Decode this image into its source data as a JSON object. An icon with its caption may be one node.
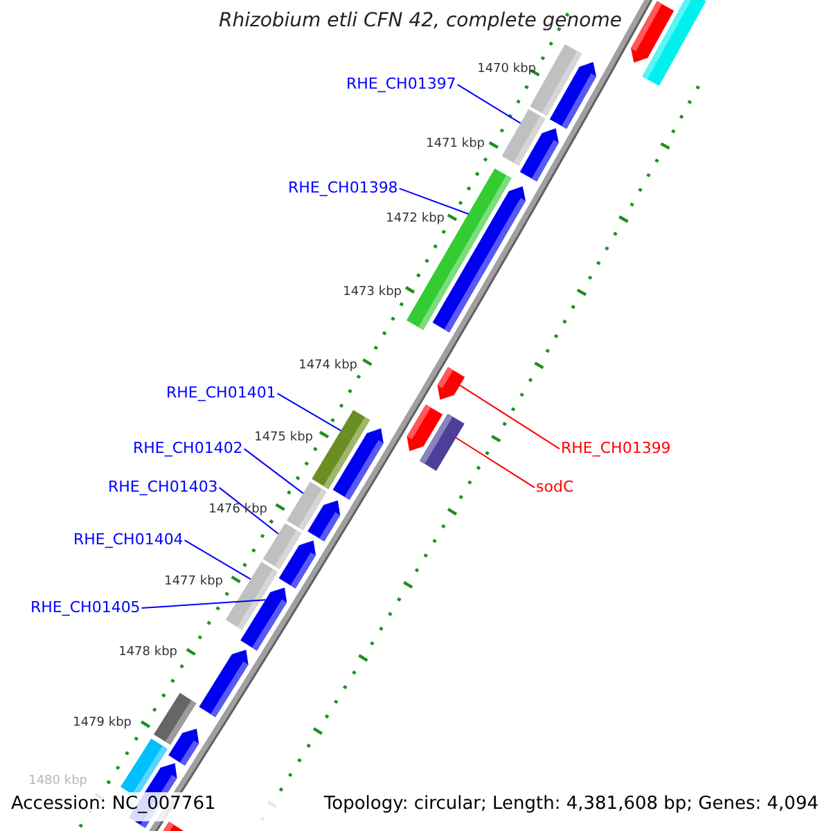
{
  "diagram": {
    "title": "Rhizobium etli CFN 42, complete genome",
    "nodes": [
      {
        "text": [
          "RHE_CH01397"
        ]
      },
      {
        "text": [
          "RHE_CH01398"
        ]
      },
      {
        "text": [
          "RHE_CH01401"
        ]
      },
      {
        "text": [
          "RHE_CH01399"
        ]
      },
      {
        "text": [
          "RHE_CH01402"
        ]
      },
      {
        "text": [
          "sodC"
        ]
      },
      {
        "text": [
          "RHE_CH01403"
        ]
      },
      {
        "text": [
          "RHE_CH01404"
        ]
      },
      {
        "text": [
          "RHE_CH01405"
        ]
      },
      {
        "text": [],
        "shape": "pentagon"
      },
      {
        "text": [],
        "shape": "bar"
      },
      {
        "text": [],
        "shape": "bar"
      },
      {
        "text": [],
        "shape": "pentagon"
      },
      {
        "text": [],
        "shape": "bar"
      },
      {
        "text": [],
        "shape": "pentagon"
      },
      {
        "text": [],
        "shape": "bar"
      },
      {
        "text": [],
        "shape": "pentagon"
      },
      {
        "text": [],
        "shape": "pentagon"
      },
      {
        "text": [],
        "shape": "bar"
      },
      {
        "text": [],
        "shape": "pentagon"
      },
      {
        "text": [],
        "shape": "bar"
      },
      {
        "text": [],
        "shape": "pentagon"
      },
      {
        "text": [],
        "shape": "bar"
      },
      {
        "text": [],
        "shape": "pentagon"
      },
      {
        "text": [],
        "shape": "bar"
      },
      {
        "text": [],
        "shape": "pentagon"
      },
      {
        "text": [],
        "shape": "bar"
      },
      {
        "text": [],
        "shape": "pentagon"
      },
      {
        "text": [],
        "shape": "pentagon"
      },
      {
        "text": [],
        "shape": "bar"
      },
      {
        "text": [],
        "shape": "pentagon"
      },
      {
        "text": [],
        "shape": "bar"
      },
      {
        "text": [],
        "shape": "pentagon"
      },
      {
        "text": [],
        "shape": "pentagon"
      }
    ],
    "edges": [
      {
        "from": 0,
        "to": 13,
        "arrow": "none"
      },
      {
        "from": 1,
        "to": 15,
        "arrow": "none"
      },
      {
        "from": 2,
        "to": 20,
        "arrow": "none"
      },
      {
        "from": 3,
        "to": 17,
        "arrow": "none",
        "color": "#ff0000"
      },
      {
        "from": 4,
        "to": 22,
        "arrow": "none"
      },
      {
        "from": 5,
        "to": 18,
        "arrow": "none",
        "color": "#ff0000"
      },
      {
        "from": 6,
        "to": 24,
        "arrow": "none"
      },
      {
        "from": 7,
        "to": 26,
        "arrow": "none"
      },
      {
        "from": 8,
        "to": 27,
        "arrow": "none"
      }
    ],
    "labels": [
      "1470 kbp",
      "1471 kbp",
      "1472 kbp",
      "1473 kbp",
      "1474 kbp",
      "1475 kbp",
      "1476 kbp",
      "1477 kbp",
      "1478 kbp",
      "1479 kbp",
      "1480 kbp",
      "Accession: NC_007761",
      "Topology: circular; Length: 4,381,608 bp; Genes: 4,094"
    ]
  }
}
